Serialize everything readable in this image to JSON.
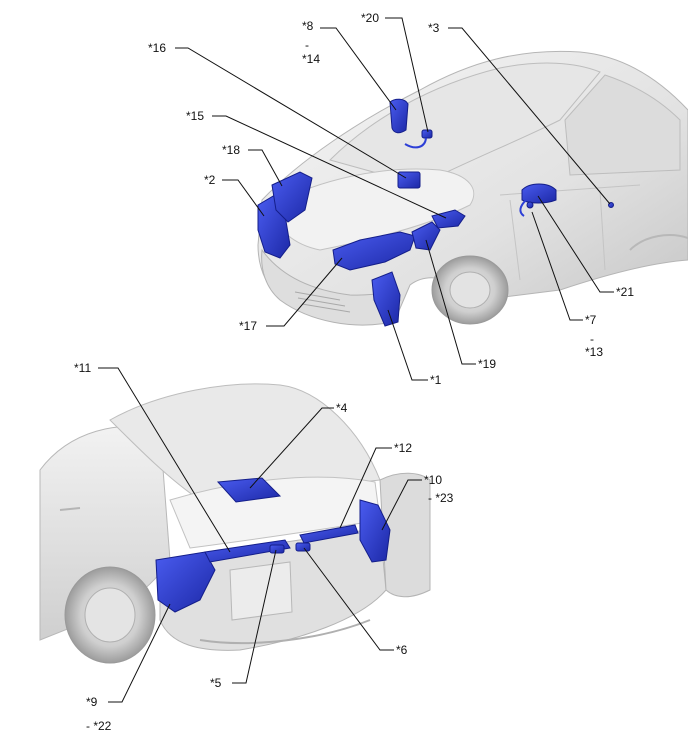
{
  "labels": {
    "c1": "*1",
    "c2": "*2",
    "c3": "*3",
    "c4": "*4",
    "c5": "*5",
    "c6": "*6",
    "c7": "*7",
    "c7_dash": "-",
    "c13": "*13",
    "c8": "*8",
    "c8_dash": "-",
    "c14": "*14",
    "c9": "*9",
    "c22": "- *22",
    "c10": "*10",
    "c23": "- *23",
    "c11": "*11",
    "c12": "*12",
    "c15": "*15",
    "c16": "*16",
    "c17": "*17",
    "c18": "*18",
    "c19": "*19",
    "c20": "*20",
    "c21": "*21"
  },
  "colors": {
    "highlight": "#2d3fd6",
    "highlight_dark": "#1a26a0",
    "body_light": "#ececec",
    "body_mid": "#d3d3d3",
    "body_dark": "#a8a8a8",
    "leader": "#111111"
  }
}
